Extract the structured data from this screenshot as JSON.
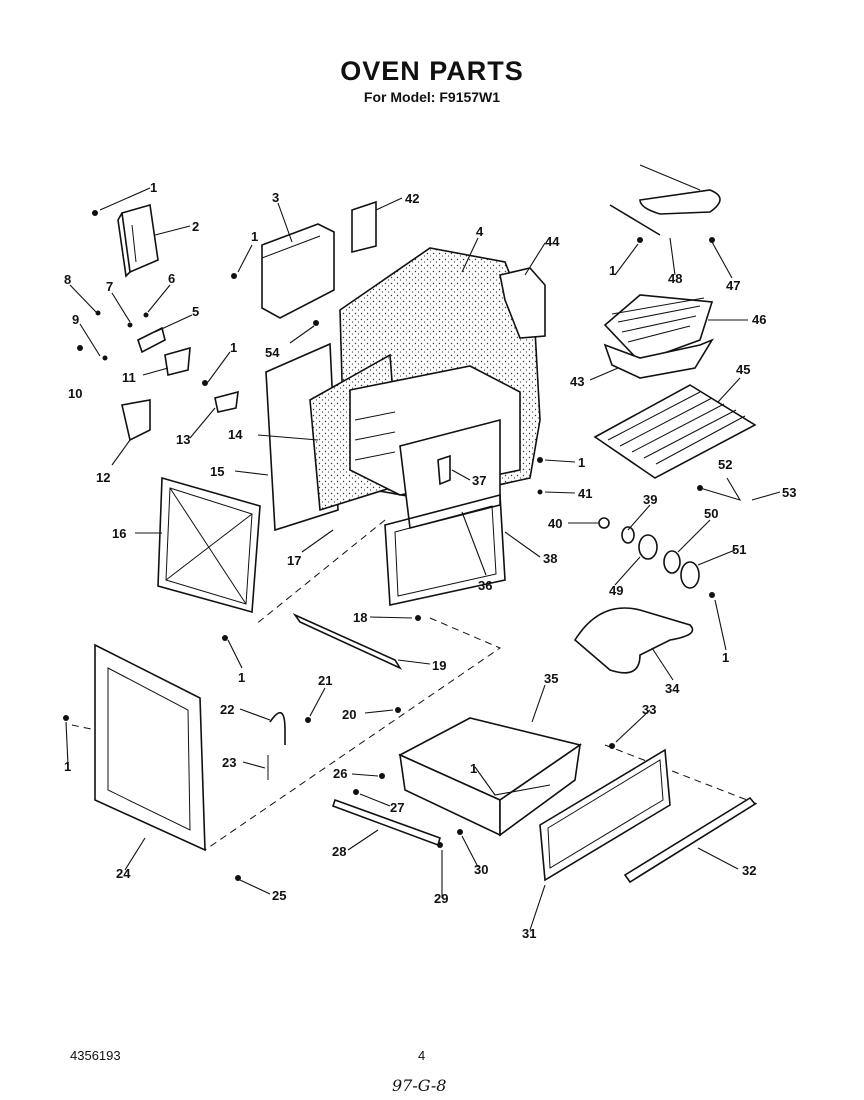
{
  "header": {
    "title": "OVEN PARTS",
    "model_line": "For Model: F9157W1"
  },
  "footer": {
    "doc_number": "4356193",
    "page_number": "4",
    "handwritten_note": "97-G-8"
  },
  "labels": {
    "l1a": "1",
    "l2": "2",
    "l3": "3",
    "l42": "42",
    "l4": "4",
    "l44": "44",
    "l1b": "1",
    "l48": "48",
    "l47": "47",
    "l8": "8",
    "l6": "6",
    "l7": "7",
    "l5": "5",
    "l9": "9",
    "l10": "10",
    "l11": "11",
    "l1c": "1",
    "l1d": "1",
    "l54": "54",
    "l46": "46",
    "l43": "43",
    "l45": "45",
    "l13": "13",
    "l12": "12",
    "l14": "14",
    "l15": "15",
    "l1e": "1",
    "l41": "41",
    "l37": "37",
    "l52": "52",
    "l53": "53",
    "l39": "39",
    "l40": "40",
    "l50": "50",
    "l16": "16",
    "l17": "17",
    "l36": "36",
    "l38": "38",
    "l51": "51",
    "l49": "49",
    "l18": "18",
    "l1f": "1",
    "l19": "19",
    "l1g": "1",
    "l34": "34",
    "l21": "21",
    "l35": "35",
    "l22": "22",
    "l20": "20",
    "l33": "33",
    "l1h": "1",
    "l23": "23",
    "l26": "26",
    "l1i": "1",
    "l27": "27",
    "l28": "28",
    "l30": "30",
    "l32": "32",
    "l24": "24",
    "l25": "25",
    "l29": "29",
    "l31": "31"
  }
}
